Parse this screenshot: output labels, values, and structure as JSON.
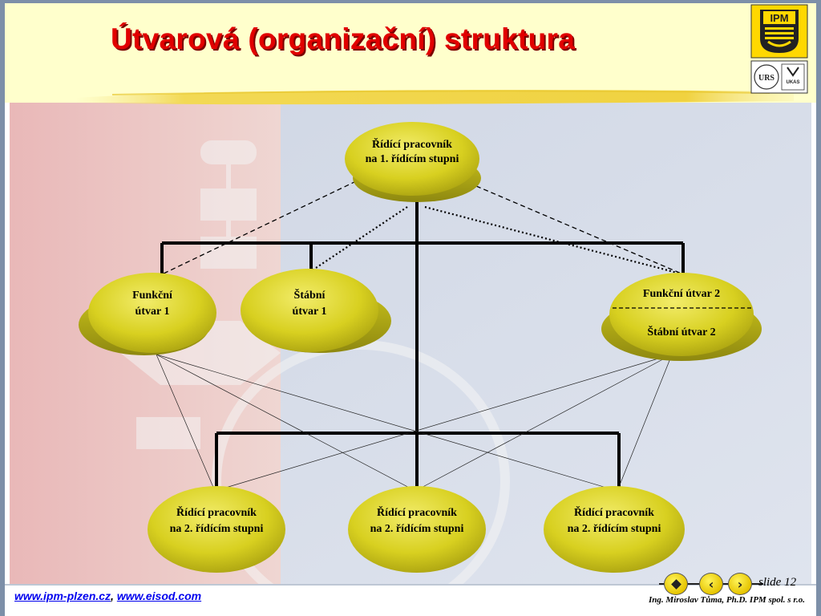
{
  "slide": {
    "title": "Útvarová (organizační) struktura",
    "slide_number": "slide 12",
    "author": "Ing. Miroslav Tůma, Ph.D. IPM spol. s r.o."
  },
  "footer": {
    "link1": "www.ipm-plzen.cz",
    "separator": ",",
    "link2": "www.eisod.com"
  },
  "logos": {
    "ipm_text": "IPM",
    "urs_text": "URS",
    "ukas_text": "UKAS"
  },
  "nodes": {
    "top": {
      "line1": "Řídící pracovník",
      "line2": "na 1. řídícím stupni"
    },
    "func1": {
      "line1": "Funkční",
      "line2": "útvar 1"
    },
    "staff1": {
      "line1": "Štábní",
      "line2": "útvar 1"
    },
    "func2": {
      "line1": "Funkční útvar 2",
      "line2": "Štábní útvar 2"
    },
    "bottom1": {
      "line1": "Řídící pracovník",
      "line2": "na 2. řídícím stupni"
    },
    "bottom2": {
      "line1": "Řídící pracovník",
      "line2": "na 2. řídícím stupni"
    },
    "bottom3": {
      "line1": "Řídící pracovník",
      "line2": "na 2. řídícím stupni"
    }
  },
  "navigation": {
    "home_icon": "home-diamond-icon",
    "prev_icon": "chevron-left-icon",
    "next_icon": "chevron-right-icon"
  },
  "colors": {
    "title": "#e10000",
    "node_fill": "#d8d020",
    "header_band": "#ffffcc",
    "link": "#0000ee"
  }
}
